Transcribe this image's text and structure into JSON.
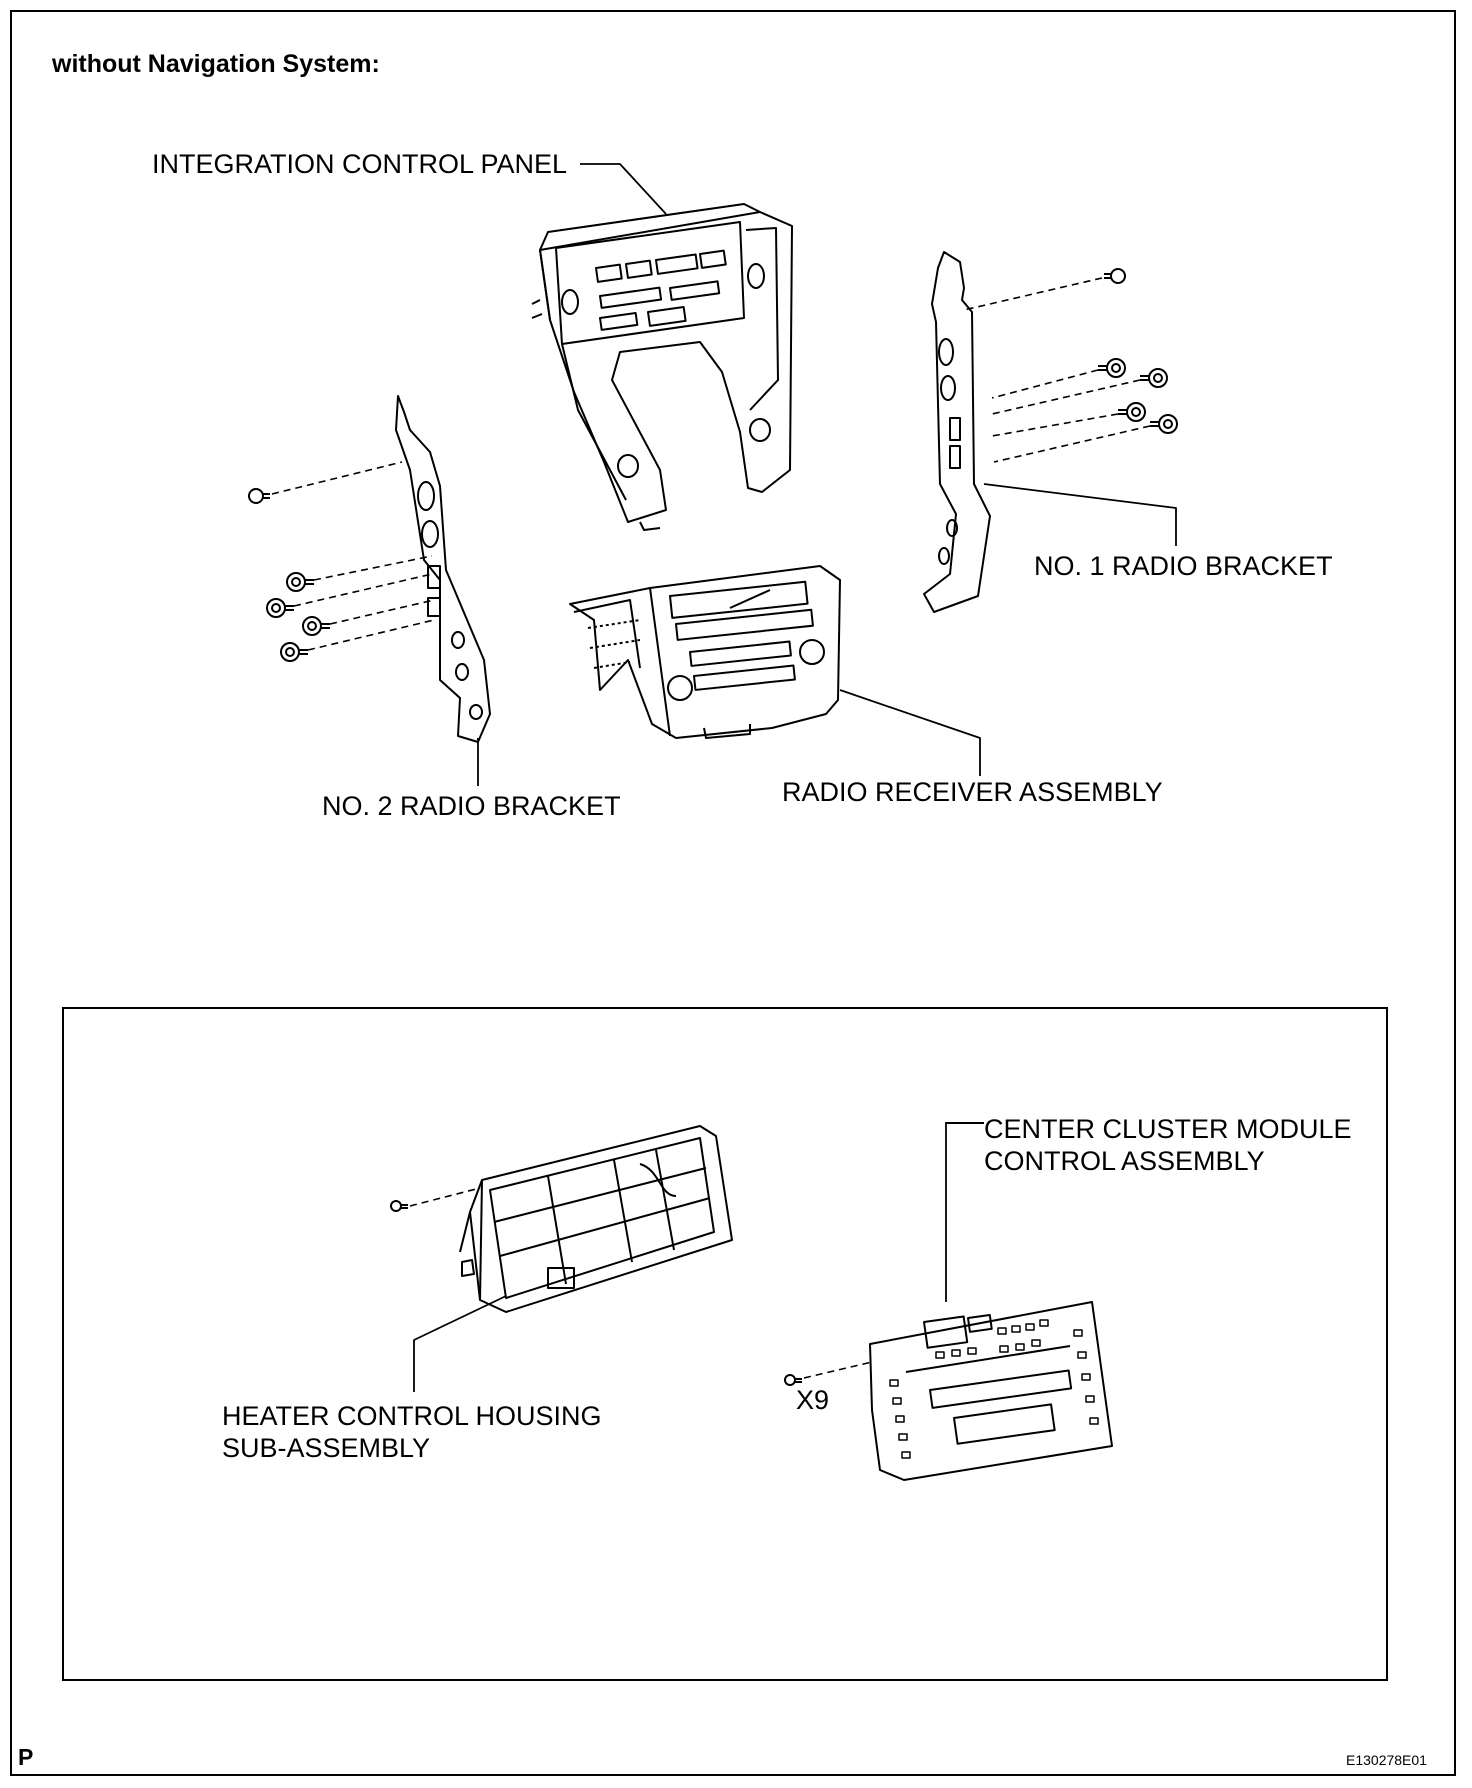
{
  "heading": "without Navigation System:",
  "labels": {
    "integration_control_panel": "INTEGRATION CONTROL PANEL",
    "no1_radio_bracket": "NO. 1 RADIO BRACKET",
    "no2_radio_bracket": "NO. 2 RADIO BRACKET",
    "radio_receiver_assembly": "RADIO RECEIVER ASSEMBLY",
    "center_cluster_line1": "CENTER CLUSTER MODULE",
    "center_cluster_line2": "CONTROL ASSEMBLY",
    "heater_line1": "HEATER CONTROL HOUSING",
    "heater_line2": "SUB-ASSEMBLY",
    "screw_qty": "X9"
  },
  "corner_left": "P",
  "figure_id": "E130278E01"
}
